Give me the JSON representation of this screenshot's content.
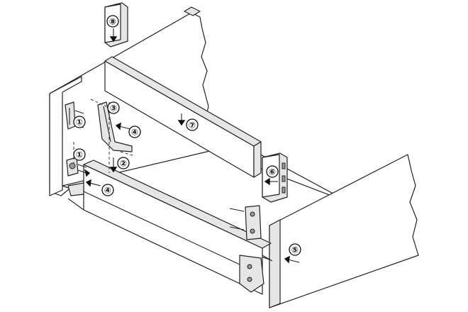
{
  "diagram": {
    "steps": [
      {
        "id": "step-1a",
        "label": "①"
      },
      {
        "id": "step-1b",
        "label": "①"
      },
      {
        "id": "step-2",
        "label": "②"
      },
      {
        "id": "step-3",
        "label": "③"
      },
      {
        "id": "step-4a",
        "label": "④"
      },
      {
        "id": "step-4b",
        "label": "④"
      },
      {
        "id": "step-5",
        "label": "⑤"
      },
      {
        "id": "step-6",
        "label": "⑥"
      },
      {
        "id": "step-7",
        "label": "⑦"
      },
      {
        "id": "step-8",
        "label": "⑧"
      }
    ]
  }
}
